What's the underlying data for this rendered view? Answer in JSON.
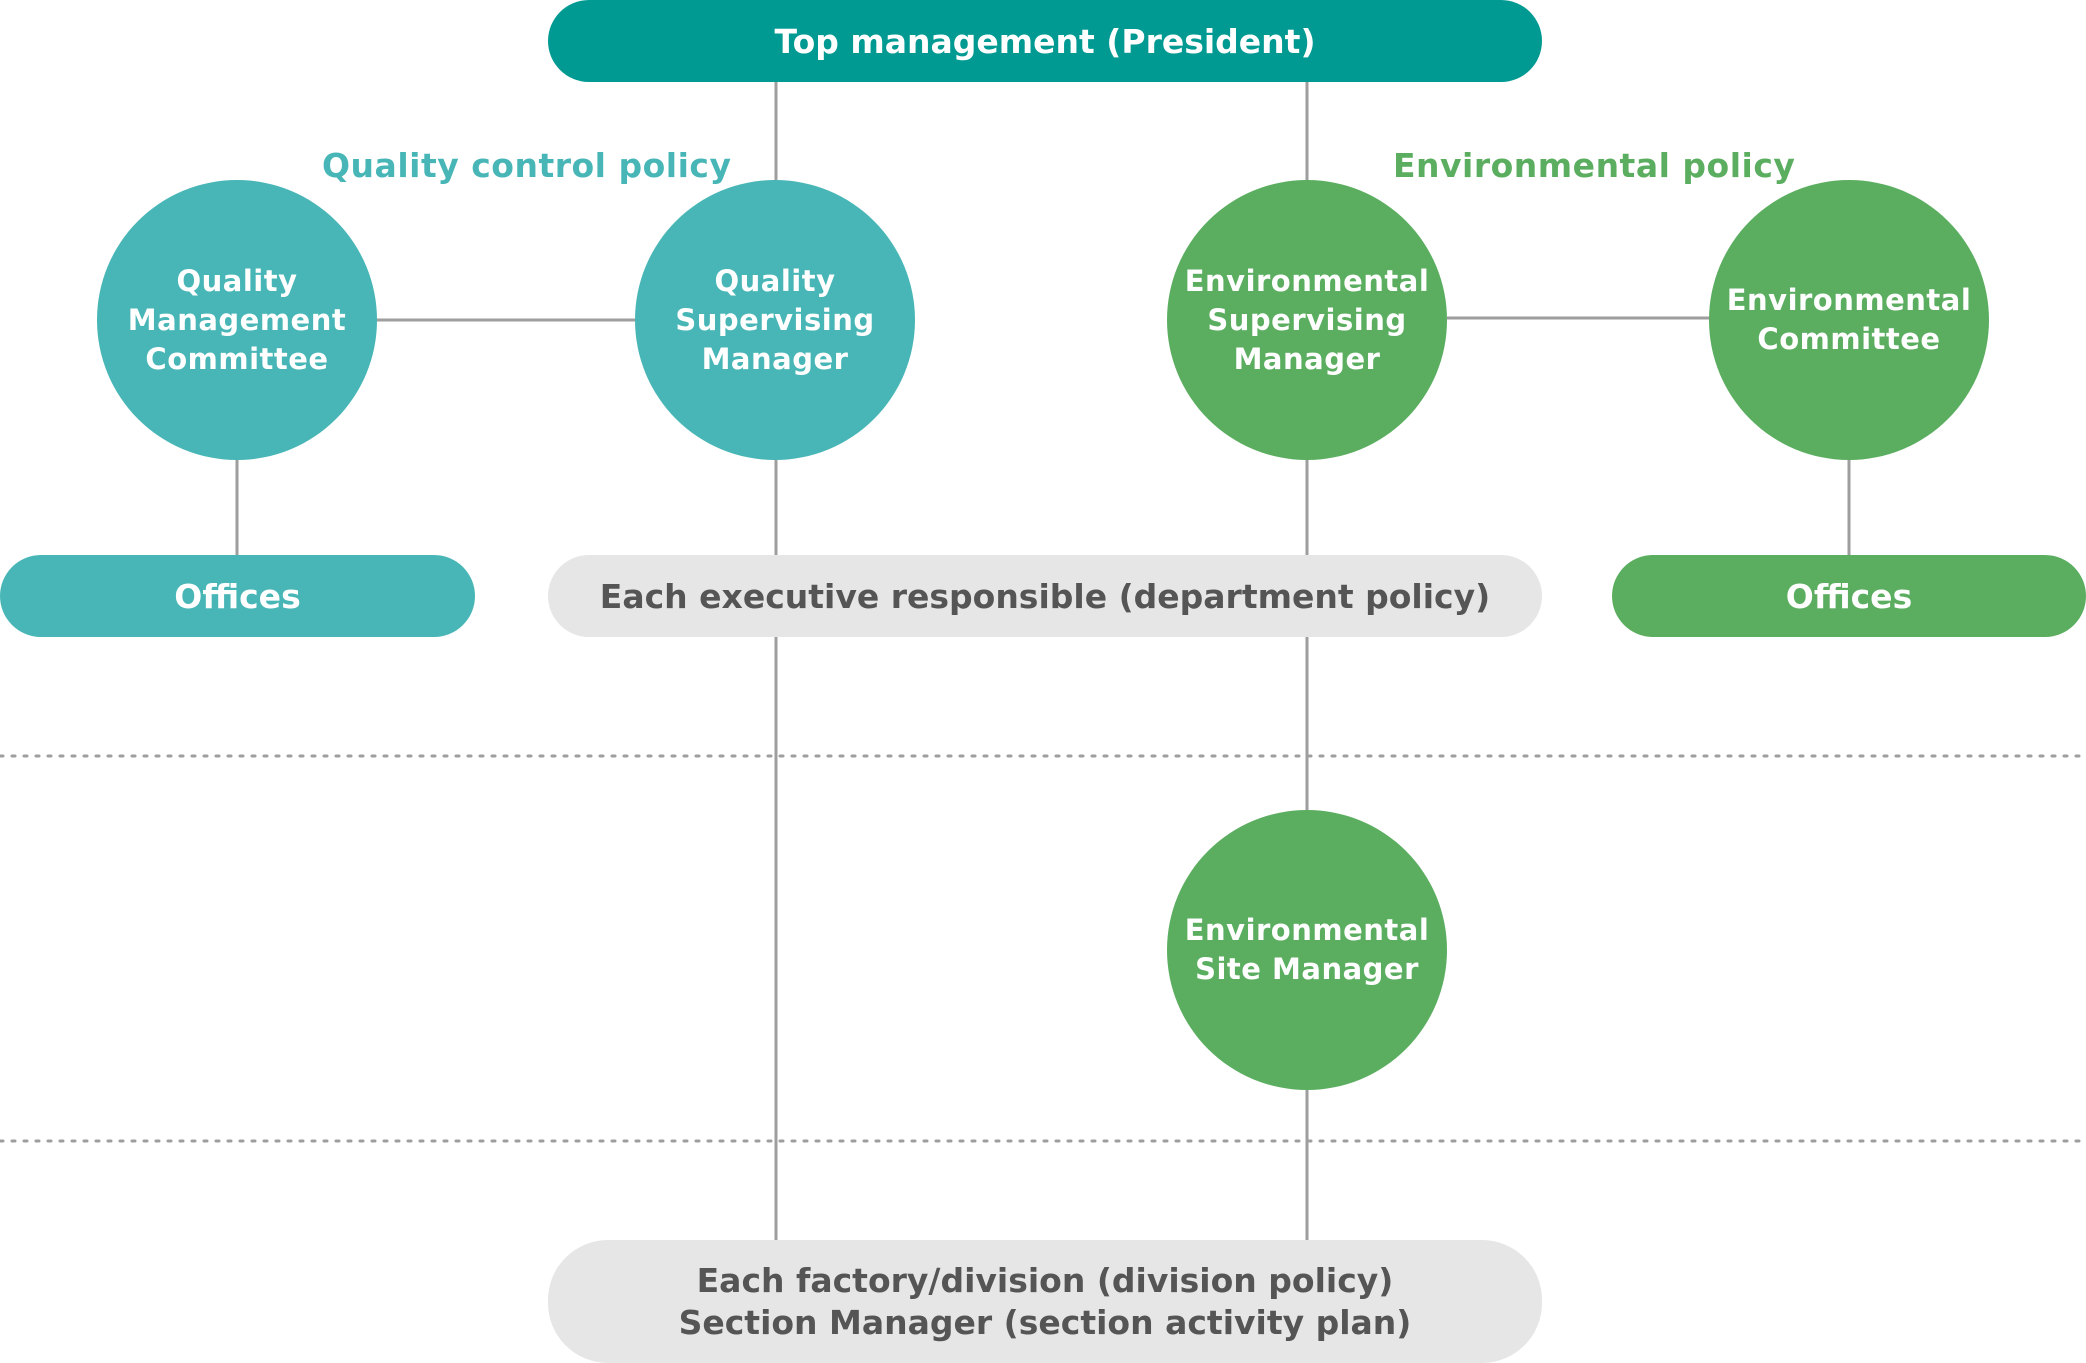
{
  "top": {
    "label": "Top management (President)"
  },
  "policies": {
    "quality": "Quality control policy",
    "environmental": "Environmental policy"
  },
  "quality": {
    "committee": [
      "Quality",
      "Management",
      "Committee"
    ],
    "supervisor": [
      "Quality",
      "Supervising",
      "Manager"
    ],
    "offices": "Offices"
  },
  "environmental": {
    "supervisor": [
      "Environmental",
      "Supervising",
      "Manager"
    ],
    "committee": [
      "Environmental",
      "Committee"
    ],
    "offices": "Offices",
    "site_manager": [
      "Environmental",
      "Site Manager"
    ]
  },
  "executive": {
    "label": "Each executive responsible (department policy)"
  },
  "factory": {
    "line1": "Each factory/division (division policy)",
    "line2": "Section Manager (section activity plan)"
  },
  "colors": {
    "top": "#009a92",
    "quality": "#48b6b6",
    "environmental": "#5bae60",
    "neutral": "#e6e6e6",
    "neutral_text": "#555555",
    "connector": "#9e9e9e"
  }
}
